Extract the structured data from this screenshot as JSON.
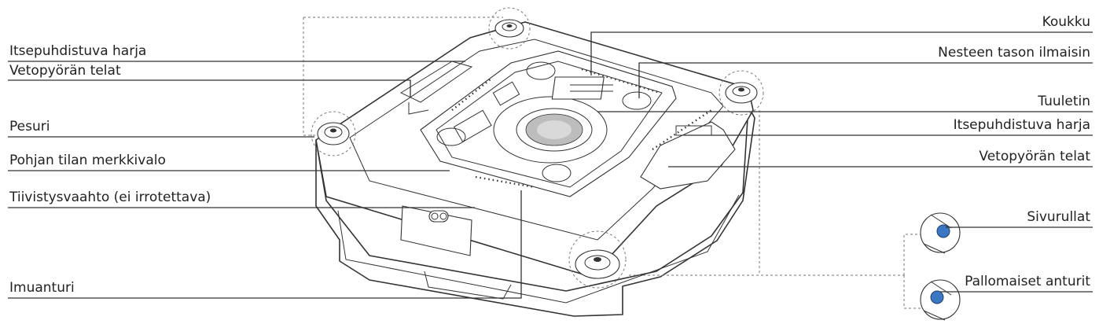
{
  "labels": {
    "itsepuhdistuva_harja_left": "Itsepuhdistuva harja",
    "vetopyoran_telat_left": "Vetopyörän telat",
    "pesuri": "Pesuri",
    "pohjan_tilan_merkkivalo": "Pohjan tilan merkkivalo",
    "tiivistysvaahto": "Tiivistysvaahto (ei irrotettava)",
    "imuanturi": "Imuanturi",
    "koukku": "Koukku",
    "nesteen_tason_ilmaisin": "Nesteen tason ilmaisin",
    "tuuletin": "Tuuletin",
    "itsepuhdistuva_harja_right": "Itsepuhdistuva harja",
    "vetopyoran_telat_right": "Vetopyörän telat",
    "sivurullat": "Sivurullat",
    "pallomaiset_anturit": "Pallomaiset anturit"
  },
  "colors": {
    "line": "#333333",
    "text": "#222222",
    "sensor_ball": "#3b78c4"
  }
}
